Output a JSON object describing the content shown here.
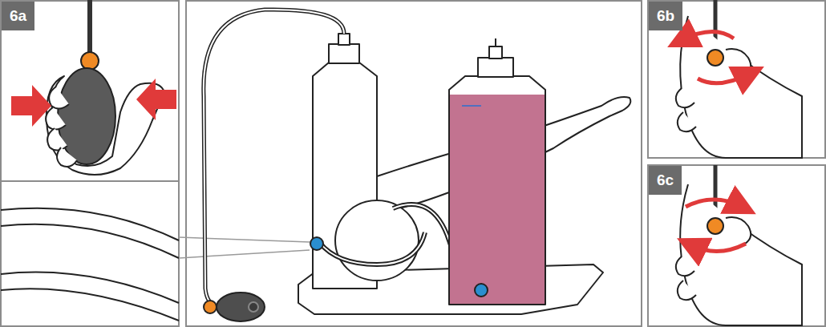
{
  "diagram": {
    "labels": [
      "6a",
      "6b",
      "6c"
    ]
  }
}
